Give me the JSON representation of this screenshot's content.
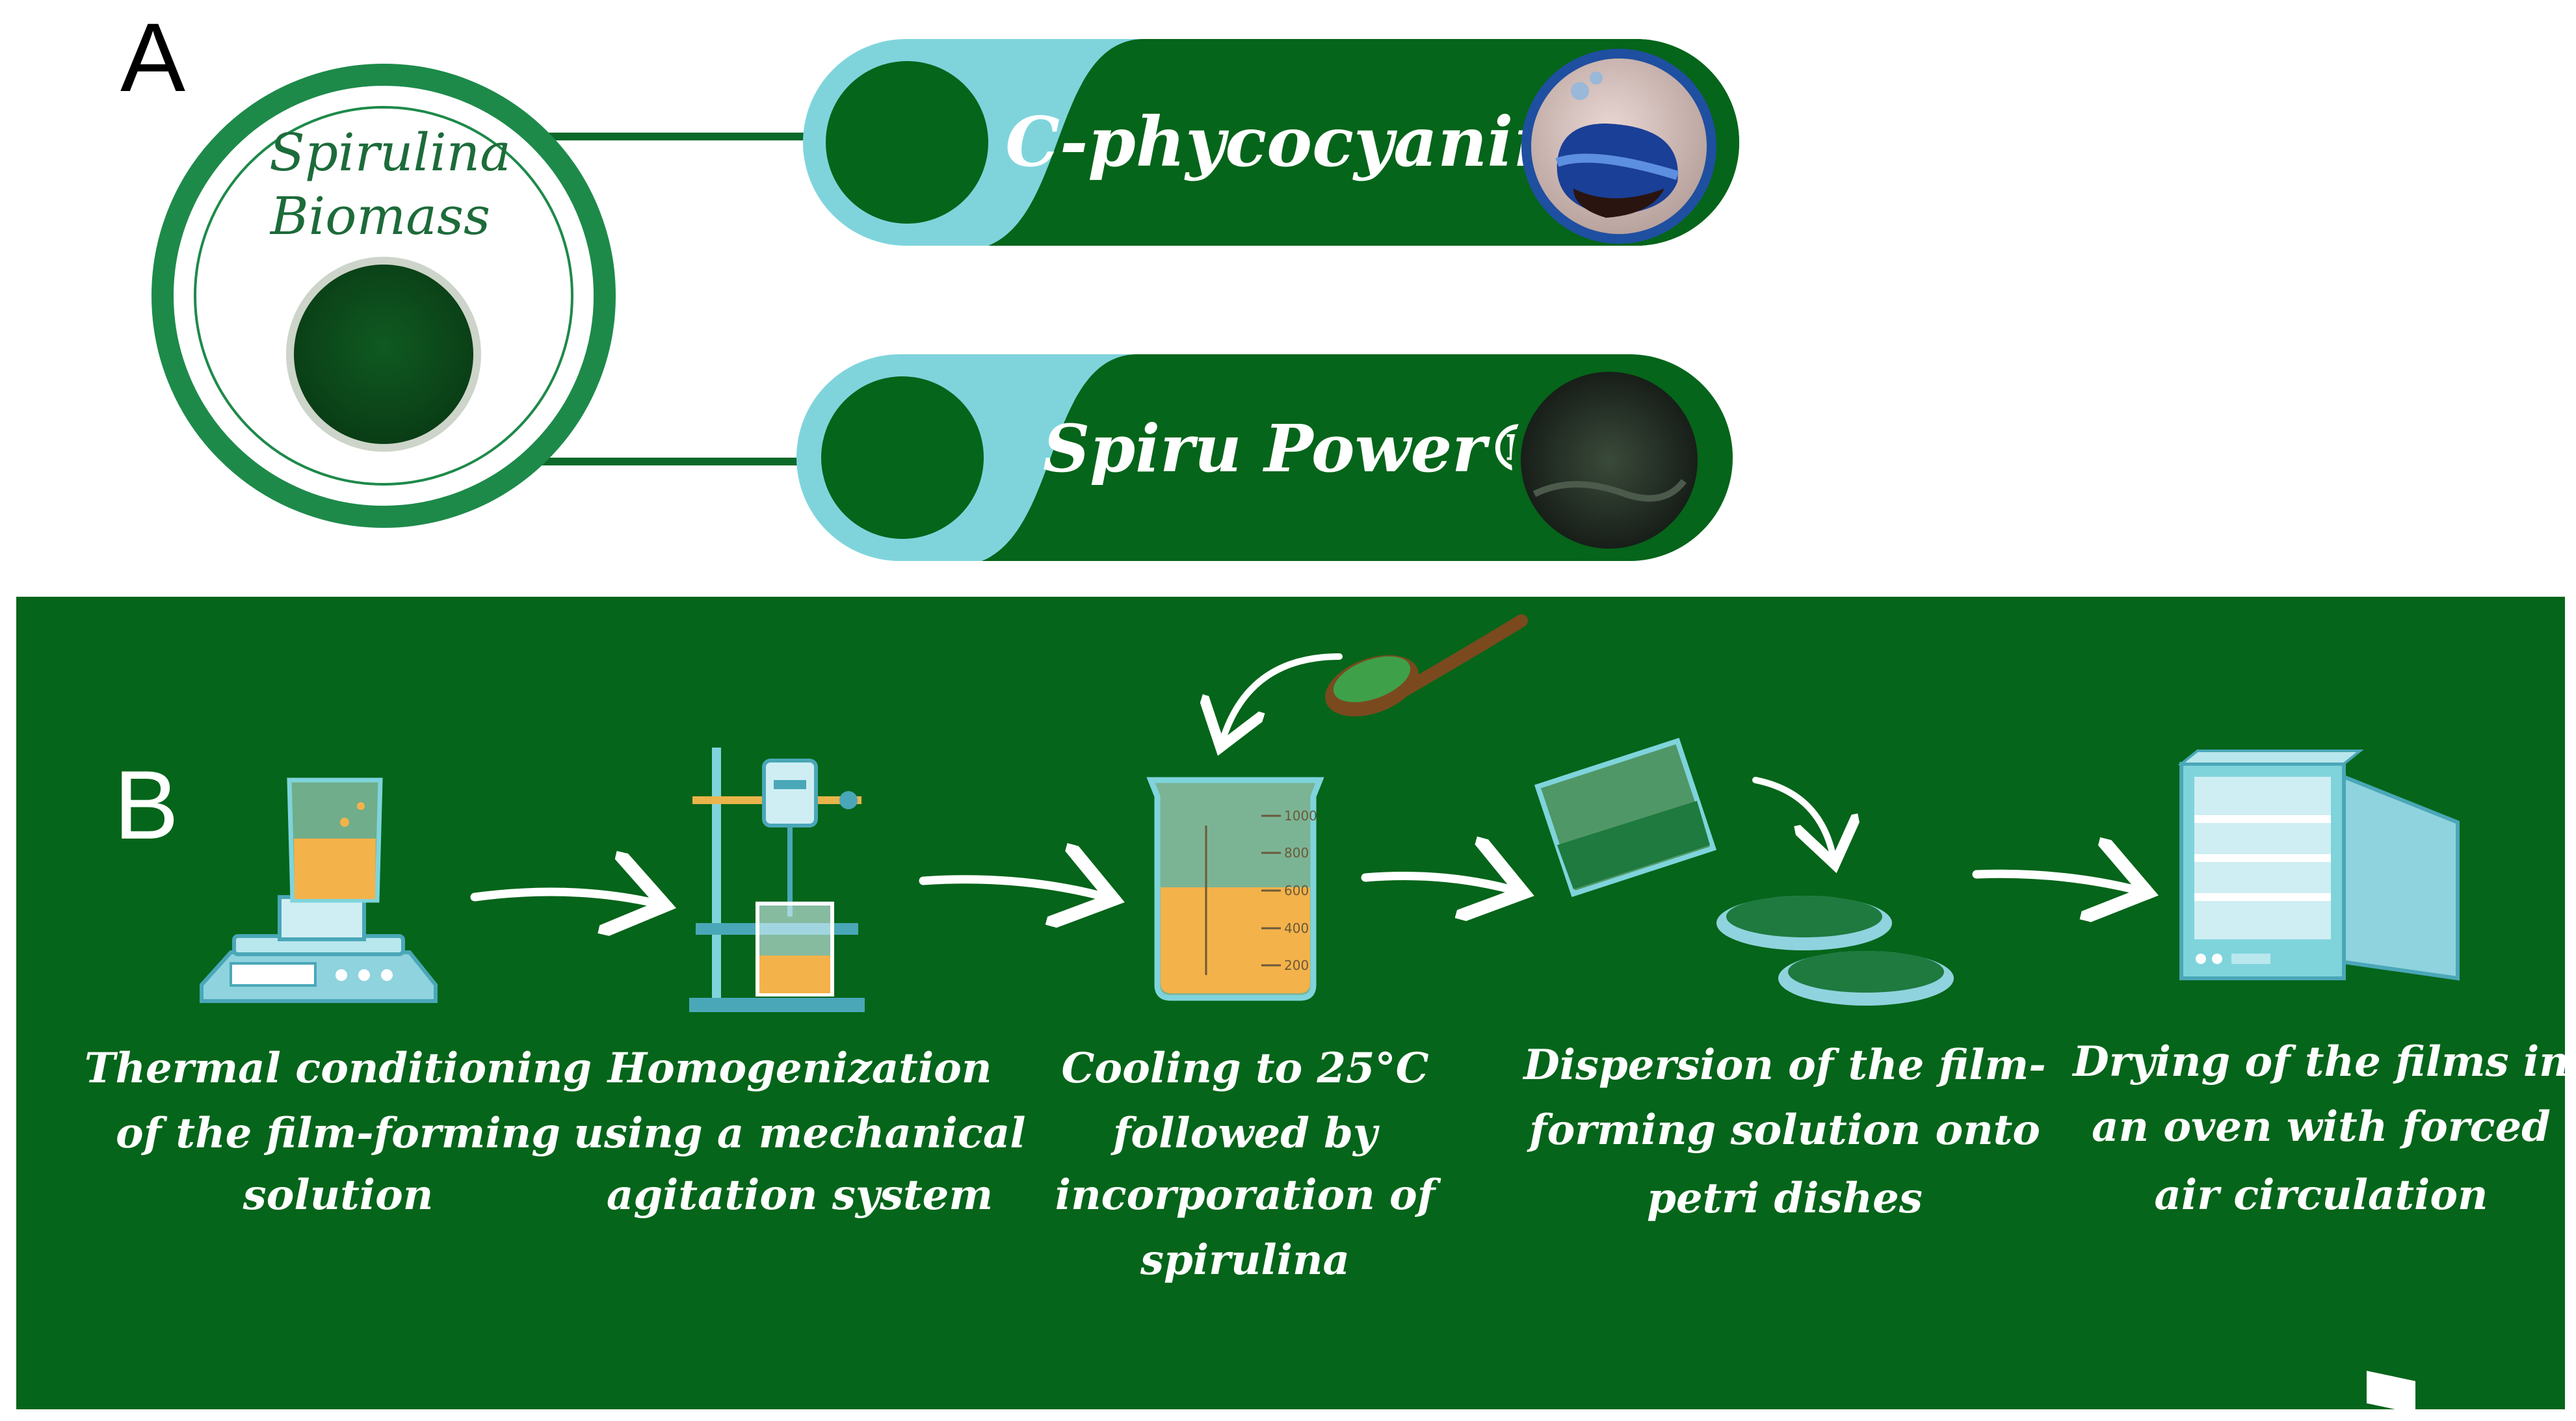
{
  "panel_a": {
    "letter": "A",
    "biomass_line1": "Spirulina",
    "biomass_line2": "Biomass",
    "product1": "C-phycocyanin",
    "product2": "Spiru Power®"
  },
  "panel_b": {
    "letter": "B",
    "steps": [
      {
        "lines": [
          "Thermal conditioning",
          "of the  film-forming",
          "solution"
        ]
      },
      {
        "lines": [
          "Homogenization",
          "using a mechanical",
          "agitation system"
        ]
      },
      {
        "lines": [
          "Cooling to 25°C",
          "followed by",
          "incorporation of",
          "spirulina"
        ]
      },
      {
        "lines": [
          "Dispersion of the film-",
          "forming solution onto",
          "petri dishes"
        ]
      },
      {
        "lines": [
          "Drying of the films in",
          "an oven with forced",
          "air circulation"
        ]
      }
    ],
    "beaker_ticks": [
      "1000",
      "800",
      "600",
      "400",
      "200"
    ]
  },
  "colors": {
    "dark_green": "#05651a",
    "light_cyan": "#7fd4dc",
    "petri_blue": "#8fd3de",
    "orange_liquid": "#f4b24a",
    "ring_green": "#1d8a4a"
  }
}
